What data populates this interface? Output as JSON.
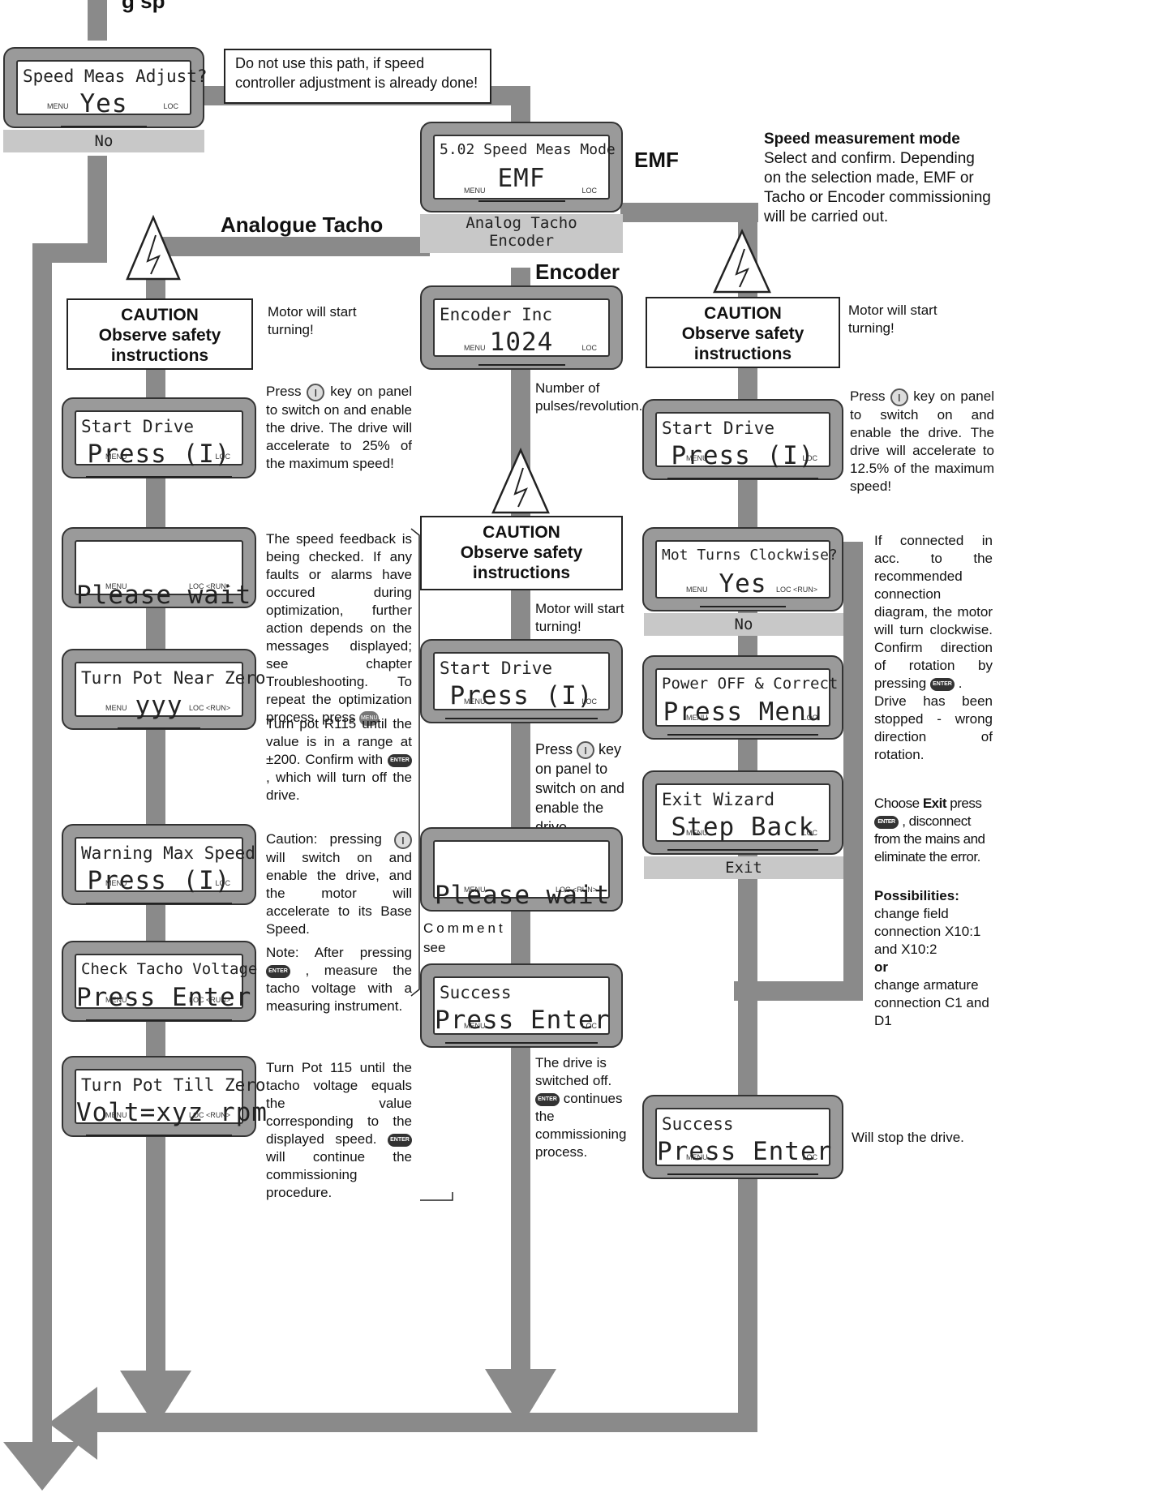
{
  "title_partial": "g sp",
  "top_panel": {
    "line1": "Speed Meas Adjust?",
    "line2": "Yes",
    "menu": "MENU",
    "loc": "LOC",
    "option": "No"
  },
  "top_note": "Do not use this path, if speed controller adjustment is already done!",
  "mode_panel": {
    "line1": "5.02 Speed Meas Mode",
    "line2": "EMF",
    "menu": "MENU",
    "loc": "LOC",
    "options": [
      "Analog Tacho",
      "Encoder"
    ]
  },
  "labels": {
    "emf": "EMF",
    "analogue_tacho": "Analogue Tacho",
    "encoder": "Encoder"
  },
  "mode_description": {
    "heading": "Speed measurement mode",
    "text": "Select and confirm. Depending on the selection made, EMF or Tacho or Encoder commissioning will be carried out."
  },
  "caution": {
    "line1": "CAUTION",
    "line2": "Observe safety",
    "line3": "instructions"
  },
  "motor_start": "Motor will start turning!",
  "tacho": {
    "start_drive": {
      "line1": "Start Drive",
      "line2": "Press (I)",
      "menu": "MENU",
      "loc": "LOC"
    },
    "start_note_a": "Press",
    "start_note_b": "key on panel to switch on and enable the drive. The drive will accelerate to 25% of the maximum speed!",
    "wait": {
      "line2": "Please wait",
      "menu": "MENU",
      "loc": "LOC <RUN>"
    },
    "wait_note_a": "The speed feedback is being checked. If any faults or alarms have occured during optimization, further action depends on the messages displayed; see chapter Troubleshooting. To repeat the optimization process, press",
    "turn_pot": {
      "line1": "Turn Pot Near Zero",
      "line2": "yyy",
      "menu": "MENU",
      "loc": "LOC <RUN>"
    },
    "turn_pot_note_a": "Turn pot R115 until the value is in a range at ±200. Confirm with",
    "turn_pot_note_b": ", which will turn off the drive.",
    "warning": {
      "line1": "Warning Max Speed",
      "line2": "Press (I)",
      "menu": "MENU",
      "loc": "LOC"
    },
    "warning_note_a": "Caution: pressing",
    "warning_note_b": "will switch on and enable the drive, and the motor will accelerate to its Base Speed.",
    "check": {
      "line1": "Check Tacho Voltage",
      "line2": "Press Enter",
      "menu": "MENU",
      "loc": "LOC <RUN>"
    },
    "check_note_a": "Note: After pressing",
    "check_note_b": ", measure the tacho voltage with a measuring instrument.",
    "till_zero": {
      "line1": "Turn Pot Till Zero",
      "line2": "Volt=xyz rpm",
      "menu": "MENU",
      "loc": "LOC <RUN>"
    },
    "till_zero_note_a": "Turn Pot 115 until the tacho voltage equals the value corresponding to the displayed speed.",
    "till_zero_note_b": "will continue the commissioning procedure."
  },
  "encoder": {
    "inc": {
      "line1": "Encoder Inc",
      "line2": "1024",
      "menu": "MENU",
      "loc": "LOC"
    },
    "inc_note": "Number of pulses/revolution.",
    "start_drive": {
      "line1": "Start Drive",
      "line2": "Press (I)",
      "menu": "MENU",
      "loc": "LOC"
    },
    "start_note_a": "Press",
    "start_note_b": "key on panel to switch on and enable the drive.",
    "wait": {
      "line2": "Please wait",
      "menu": "MENU",
      "loc": "LOC <RUN>"
    },
    "comment": "Comment",
    "see": "see",
    "success": {
      "line1": "Success",
      "line2": "Press Enter",
      "menu": "MENU",
      "loc": "LOC"
    },
    "success_note_a": "The drive is switched off.",
    "success_note_b": "continues the commissioning process."
  },
  "emf": {
    "start_drive": {
      "line1": "Start Drive",
      "line2": "Press (I)",
      "menu": "MENU",
      "loc": "LOC"
    },
    "start_note_a": "Press",
    "start_note_b": "key on panel to switch on and enable the drive. The drive will accelerate to 12.5% of the maximum speed!",
    "clockwise": {
      "line1": "Mot Turns Clockwise?",
      "line2": "Yes",
      "menu": "MENU",
      "loc": "LOC <RUN>",
      "option": "No"
    },
    "clockwise_note": "If connected in acc. to the recommended connection diagram, the motor will turn clockwise. Confirm direction of rotation by pressing",
    "power": {
      "line1": "Power OFF & Correct",
      "line2": "Press Menu",
      "menu": "MENU",
      "loc": "LOC"
    },
    "power_note": "Drive has been stopped - wrong direction of rotation.",
    "exit": {
      "line1": "Exit Wizard",
      "line2": "Step Back",
      "menu": "MENU",
      "loc": "LOC",
      "option": "Exit"
    },
    "exit_note_a": "Choose",
    "exit_note_b": "Exit",
    "exit_note_c": "press",
    "exit_note_d": ", disconnect from the mains and eliminate the error.",
    "possibilities": {
      "heading": "Possibilities:",
      "line1": "change field connection X10:1 and X10:2",
      "or": "or",
      "line2": "change armature connection C1 and D1"
    },
    "success": {
      "line1": "Success",
      "line2": "Press Enter",
      "menu": "MENU",
      "loc": "LOC"
    },
    "success_note": "Will stop the drive."
  },
  "keys": {
    "enter": "ENTER",
    "menu": "MENU",
    "on": "I"
  },
  "colors": {
    "flow": "#8a8a8a",
    "panel": "#9a9a9a",
    "option_bar": "#c8c8c8"
  }
}
